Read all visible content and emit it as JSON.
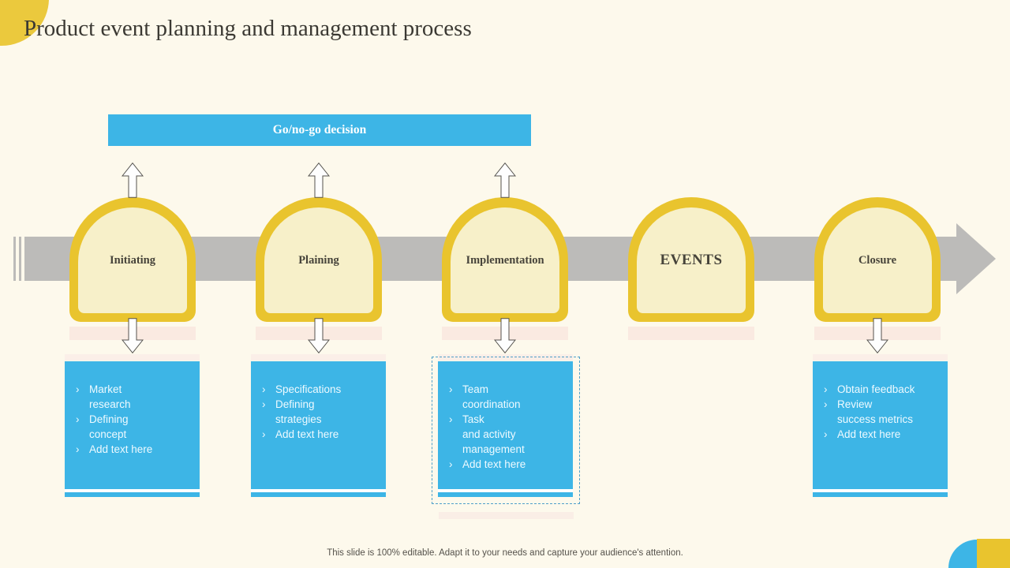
{
  "slide": {
    "title": "Product event planning and management process",
    "footer": "This slide is 100% editable. Adapt it to your needs and capture your audience's attention."
  },
  "banner": {
    "label": "Go/no-go decision"
  },
  "timeline": {
    "stages": [
      {
        "label": "Initiating",
        "emphasis": false
      },
      {
        "label": "Plaining",
        "emphasis": false
      },
      {
        "label": "Implementation",
        "emphasis": false
      },
      {
        "label": "EVENTS",
        "emphasis": true
      },
      {
        "label": "Closure",
        "emphasis": false
      }
    ]
  },
  "detail_bullet": "›",
  "detail_boxes": [
    {
      "selected": false,
      "items": [
        [
          "Market",
          "research"
        ],
        [
          "Defining",
          "concept"
        ],
        [
          "Add text here"
        ]
      ]
    },
    {
      "selected": false,
      "items": [
        [
          "Specifications"
        ],
        [
          "Defining",
          "strategies"
        ],
        [
          "Add text here"
        ]
      ]
    },
    {
      "selected": true,
      "items": [
        [
          "Team",
          "coordination"
        ],
        [
          "Task",
          "and activity",
          "management"
        ],
        [
          "Add text here"
        ]
      ]
    },
    {
      "selected": false,
      "items": [
        [
          "Obtain feedback"
        ],
        [
          "Review",
          "success metrics"
        ],
        [
          "Add text here"
        ]
      ]
    }
  ],
  "colors": {
    "blue": "#3db5e6",
    "gold": "#e9c42e",
    "arch_fill": "#f7f0c9",
    "band_gray": "#bcbbb9",
    "background": "#fdf9ec",
    "shadow_pink": "#faeae1",
    "ink": "#3b3933"
  }
}
